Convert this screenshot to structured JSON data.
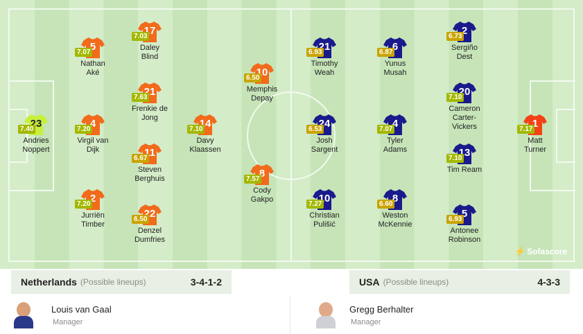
{
  "pitch": {
    "watermark": "Sofascore"
  },
  "colors": {
    "orange": "#f26a1b",
    "navy": "#1a1a8c",
    "home_gk": "#c8ef3c",
    "away_gk": "#f44217",
    "rating_green": "#a3b800",
    "rating_gold": "#c9a300"
  },
  "players": [
    {
      "num": "23",
      "rating": "7.40",
      "name1": "Andries",
      "name2": "Noppert",
      "team": "home",
      "gk": true
    },
    {
      "num": "4",
      "rating": "7.20",
      "name1": "Virgil van",
      "name2": "Dijk",
      "team": "home"
    },
    {
      "num": "5",
      "rating": "7.07",
      "name1": "Nathan",
      "name2": "Aké",
      "team": "home"
    },
    {
      "num": "2",
      "rating": "7.20",
      "name1": "Jurriën",
      "name2": "Timber",
      "team": "home"
    },
    {
      "num": "17",
      "rating": "7.03",
      "name1": "Daley",
      "name2": "Blind",
      "team": "home"
    },
    {
      "num": "21",
      "rating": "7.63",
      "name1": "Frenkie de",
      "name2": "Jong",
      "team": "home"
    },
    {
      "num": "11",
      "rating": "6.67",
      "name1": "Steven",
      "name2": "Berghuis",
      "team": "home"
    },
    {
      "num": "22",
      "rating": "6.50",
      "name1": "Denzel",
      "name2": "Dumfries",
      "team": "home"
    },
    {
      "num": "14",
      "rating": "7.10",
      "name1": "Davy",
      "name2": "Klaassen",
      "team": "home"
    },
    {
      "num": "10",
      "rating": "6.50",
      "name1": "Memphis",
      "name2": "Depay",
      "team": "home"
    },
    {
      "num": "8",
      "rating": "7.57",
      "name1": "Cody",
      "name2": "Gakpo",
      "team": "home"
    },
    {
      "num": "21",
      "rating": "6.93",
      "name1": "Timothy",
      "name2": "Weah",
      "team": "away"
    },
    {
      "num": "24",
      "rating": "6.53",
      "name1": "Josh",
      "name2": "Sargent",
      "team": "away"
    },
    {
      "num": "10",
      "rating": "7.27",
      "name1": "Christian",
      "name2": "Pulišić",
      "team": "away"
    },
    {
      "num": "6",
      "rating": "6.87",
      "name1": "Yunus",
      "name2": "Musah",
      "team": "away"
    },
    {
      "num": "4",
      "rating": "7.07",
      "name1": "Tyler",
      "name2": "Adams",
      "team": "away"
    },
    {
      "num": "8",
      "rating": "6.60",
      "name1": "Weston",
      "name2": "McKennie",
      "team": "away"
    },
    {
      "num": "2",
      "rating": "6.73",
      "name1": "Sergiño",
      "name2": "Dest",
      "team": "away"
    },
    {
      "num": "20",
      "rating": "7.10",
      "name1": "Cameron",
      "name2": "Carter-",
      "name3": "Vickers",
      "team": "away"
    },
    {
      "num": "13",
      "rating": "7.10",
      "name1": "Tim Ream",
      "name2": "",
      "team": "away"
    },
    {
      "num": "5",
      "rating": "6.93",
      "name1": "Antonee",
      "name2": "Robinson",
      "team": "away"
    },
    {
      "num": "1",
      "rating": "7.17",
      "name1": "Matt",
      "name2": "Turner",
      "team": "away",
      "gk": true
    }
  ],
  "home": {
    "team": "Netherlands",
    "possible": "(Possible lineups)",
    "formation": "3-4-1-2",
    "manager": "Louis van Gaal",
    "manager_label": "Manager"
  },
  "away": {
    "team": "USA",
    "possible": "(Possible lineups)",
    "formation": "4-3-3",
    "manager": "Gregg Berhalter",
    "manager_label": "Manager"
  }
}
